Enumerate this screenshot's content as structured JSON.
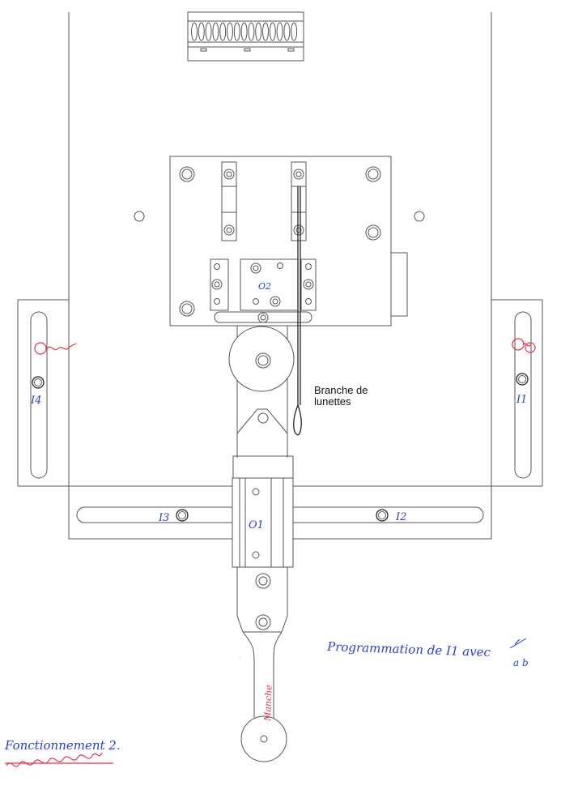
{
  "drawing": {
    "printed_label": {
      "line1": "Branche de",
      "line2": "lunettes"
    },
    "handwritten": {
      "inputs": {
        "i1": "I1",
        "i2": "I2",
        "i3": "I3",
        "i4": "I4"
      },
      "outputs": {
        "o1": "O1",
        "o2": "O2"
      },
      "handle": "Manche",
      "programming_note": "Programmation de I1 avec",
      "programming_sub": "a b",
      "title": "Fonctionnement 2."
    },
    "colors": {
      "blue_ink": "#2b3fc4",
      "red_ink": "#e8304a",
      "line": "#555555"
    }
  }
}
